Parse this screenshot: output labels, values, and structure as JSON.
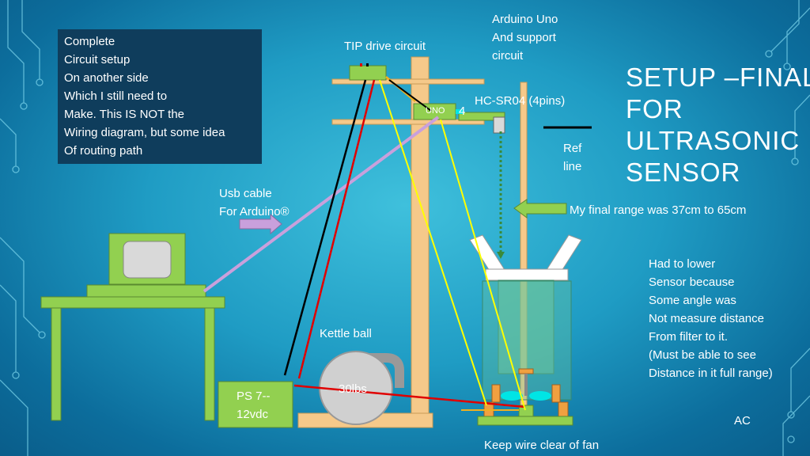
{
  "note_box": {
    "lines": [
      "Complete",
      "Circuit setup",
      "On another side",
      "Which I  still need to",
      "Make. This IS NOT the",
      "Wiring diagram, but some idea",
      "Of routing path"
    ]
  },
  "title": {
    "lines": [
      "SETUP –FINAL",
      "FOR",
      "ULTRASONIC",
      "SENSOR"
    ]
  },
  "labels": {
    "tip_drive": "TIP drive circuit",
    "arduino": [
      "Arduino Uno",
      "And support",
      "circuit"
    ],
    "hc_sr04": "HC-SR04 (4pins)",
    "four": "4",
    "uno": "UNO",
    "ref_line": [
      "Ref",
      "line"
    ],
    "usb_cable": [
      "Usb cable",
      "For Arduino®"
    ],
    "final_range": "My final range was 37cm to 65cm",
    "kettle_ball": "Kettle ball",
    "weight": "30lbs",
    "ps": [
      "PS 7--",
      "12vdc"
    ],
    "fan_note": "Keep wire clear of fan",
    "initials": "AC",
    "sensor_note": [
      "Had to lower",
      "Sensor because",
      "Some angle was",
      "Not measure distance",
      "From filter to it.",
      "(Must be able to see",
      "Distance in it full range)"
    ]
  },
  "colors": {
    "wood": "#f5c98a",
    "green_part": "#92d050",
    "note_bg": "#0f3d5c",
    "usb_wire": "#c9a0dc",
    "black_wire": "#000000",
    "red_wire": "#e00000",
    "yellow_wire": "#ffff00",
    "orange_wire": "#f0b020",
    "fan": "#00e5e5",
    "block": "#f0a040"
  }
}
